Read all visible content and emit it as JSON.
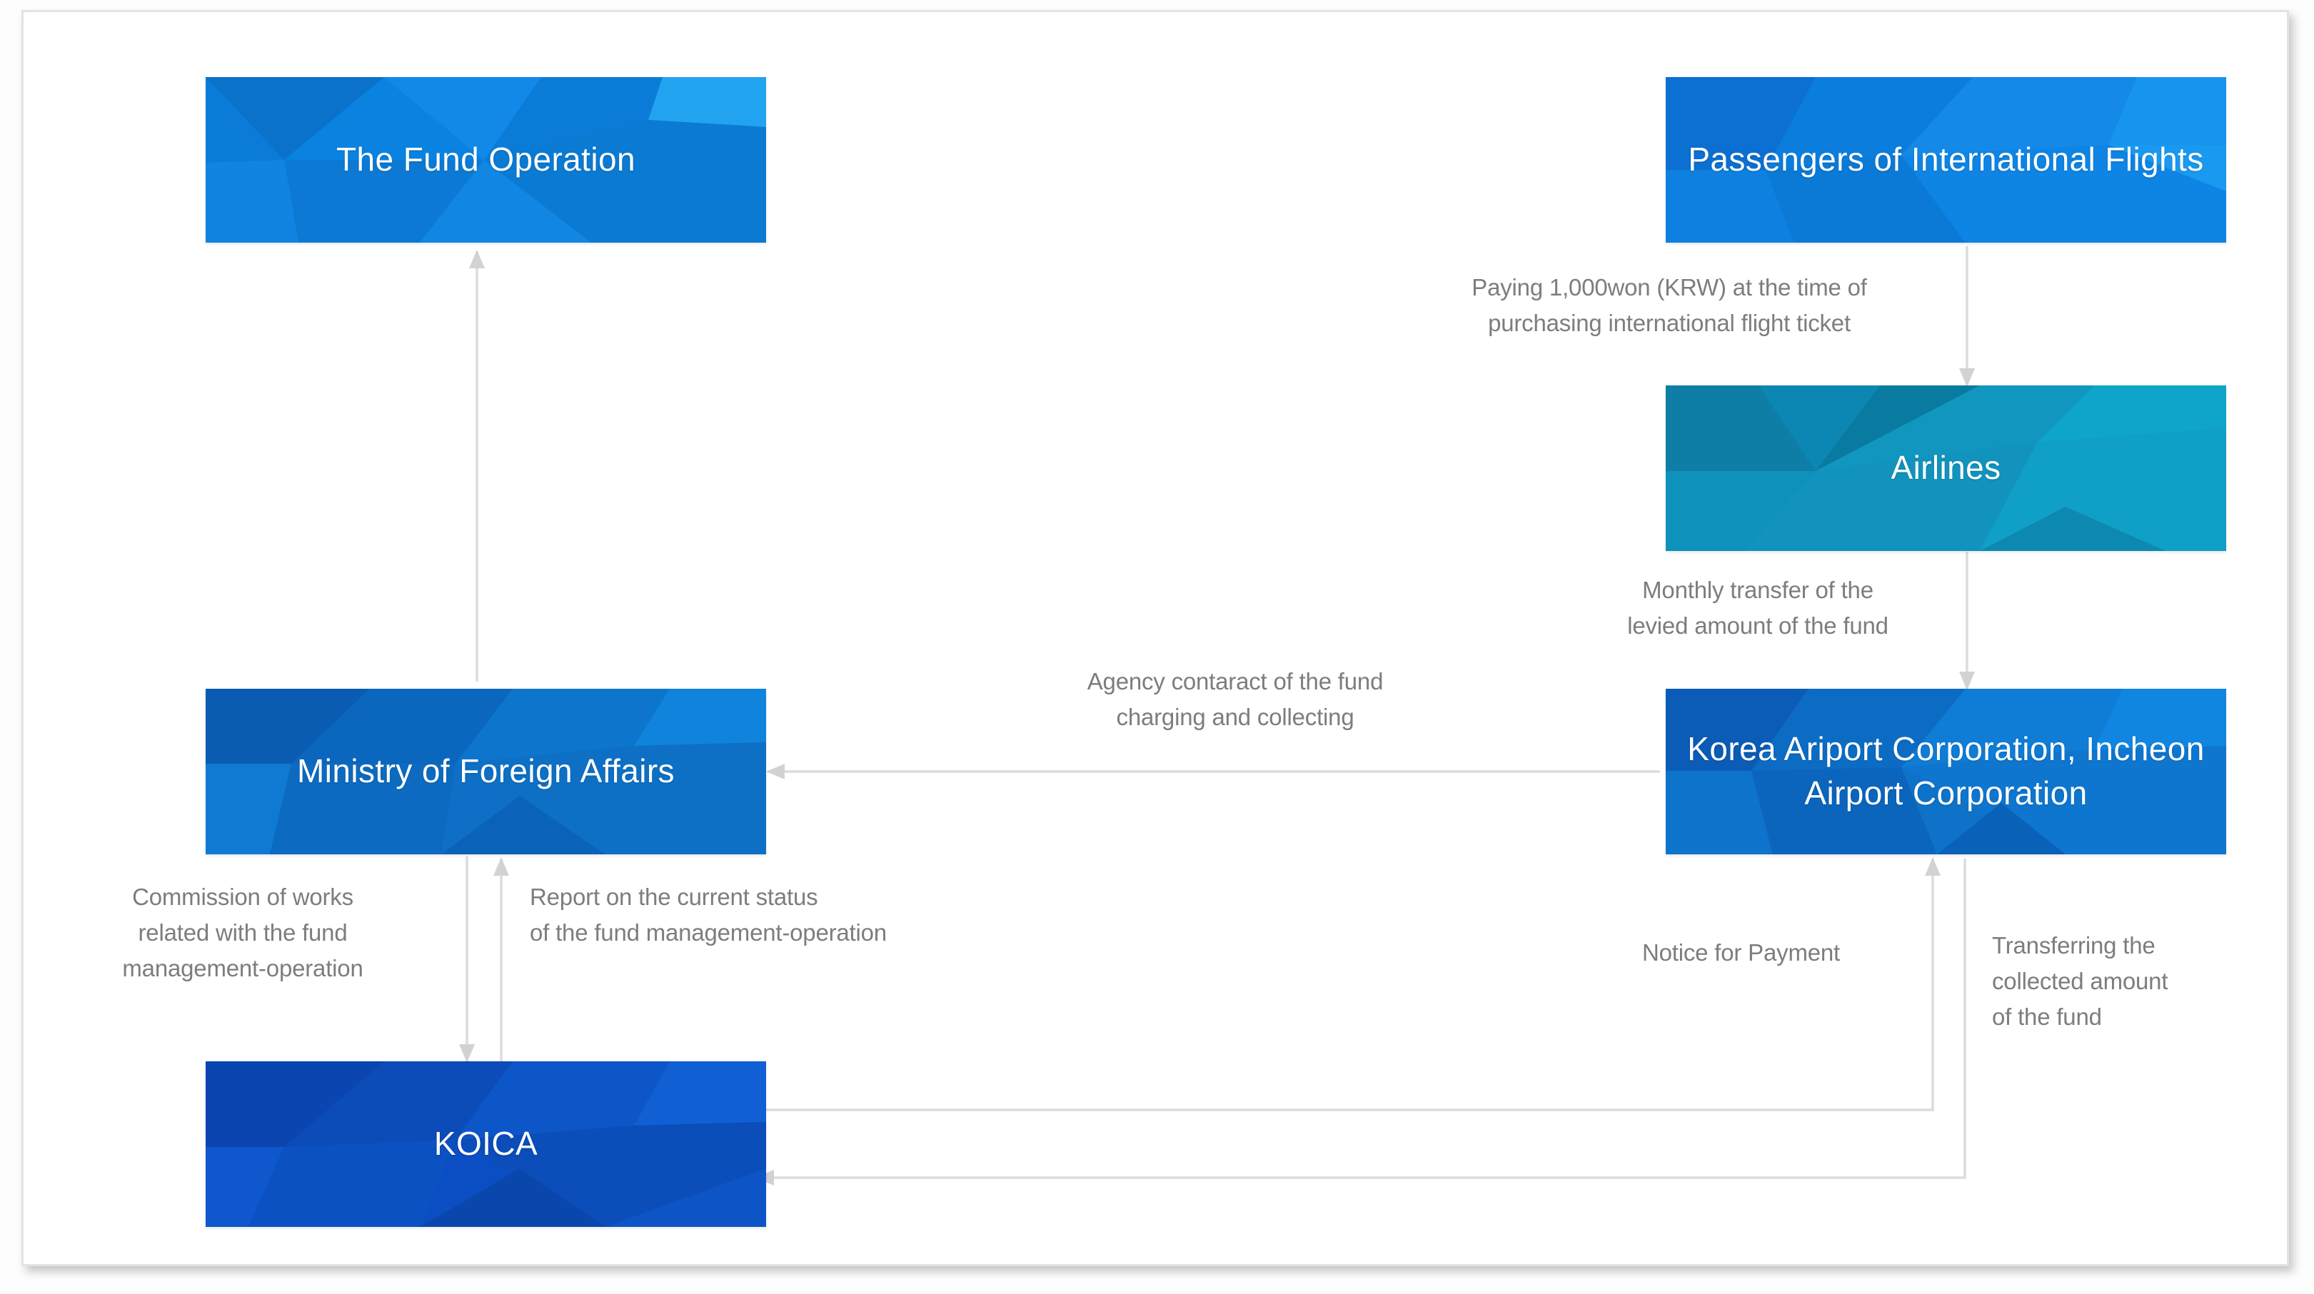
{
  "diagram": {
    "title": "Fund Operation Flow",
    "type": "flowchart",
    "background": "#ffffff",
    "edge_color": "#d8d8d8",
    "edge_label_color": "#7d7d7d",
    "nodes": [
      {
        "id": "fund-operation",
        "label": "The Fund Operation",
        "color": "#0a82e0"
      },
      {
        "id": "passengers",
        "label": "Passengers of\nInternational Flights",
        "color": "#0f87e4"
      },
      {
        "id": "airlines",
        "label": "Airlines",
        "color": "#108fb6"
      },
      {
        "id": "ministry",
        "label": "Ministry of Foreign Affairs",
        "color": "#0f6fc6"
      },
      {
        "id": "airport-corp",
        "label": "Korea Ariport Corporation,\nIncheon Airport Corporation",
        "color": "#0e72c9"
      },
      {
        "id": "koica",
        "label": "KOICA",
        "color": "#0b4ec4"
      }
    ],
    "edges": [
      {
        "id": "passengers-to-airlines",
        "from": "passengers",
        "to": "airlines",
        "label": "Paying 1,000won (KRW) at the time of\npurchasing international flight ticket",
        "direction": "down"
      },
      {
        "id": "airlines-to-airport",
        "from": "airlines",
        "to": "airport-corp",
        "label": "Monthly transfer of the\nlevied amount of the fund",
        "direction": "down"
      },
      {
        "id": "airport-to-ministry",
        "from": "airport-corp",
        "to": "ministry",
        "label": "Agency contaract of the fund\ncharging and collecting",
        "direction": "left"
      },
      {
        "id": "ministry-to-fund",
        "from": "ministry",
        "to": "fund-operation",
        "label": "",
        "direction": "up"
      },
      {
        "id": "ministry-to-koica",
        "from": "ministry",
        "to": "koica",
        "label": "Commission of works\nrelated with the fund\nmanagement-operation",
        "direction": "down"
      },
      {
        "id": "koica-to-ministry",
        "from": "koica",
        "to": "ministry",
        "label": "Report on the current status\nof the fund management-operation",
        "direction": "up"
      },
      {
        "id": "koica-to-airport",
        "from": "koica",
        "to": "airport-corp",
        "label": "Notice for Payment",
        "direction": "up"
      },
      {
        "id": "airport-to-koica",
        "from": "airport-corp",
        "to": "koica",
        "label": "Transferring the\ncollected amount\nof the fund",
        "direction": "down"
      }
    ]
  }
}
